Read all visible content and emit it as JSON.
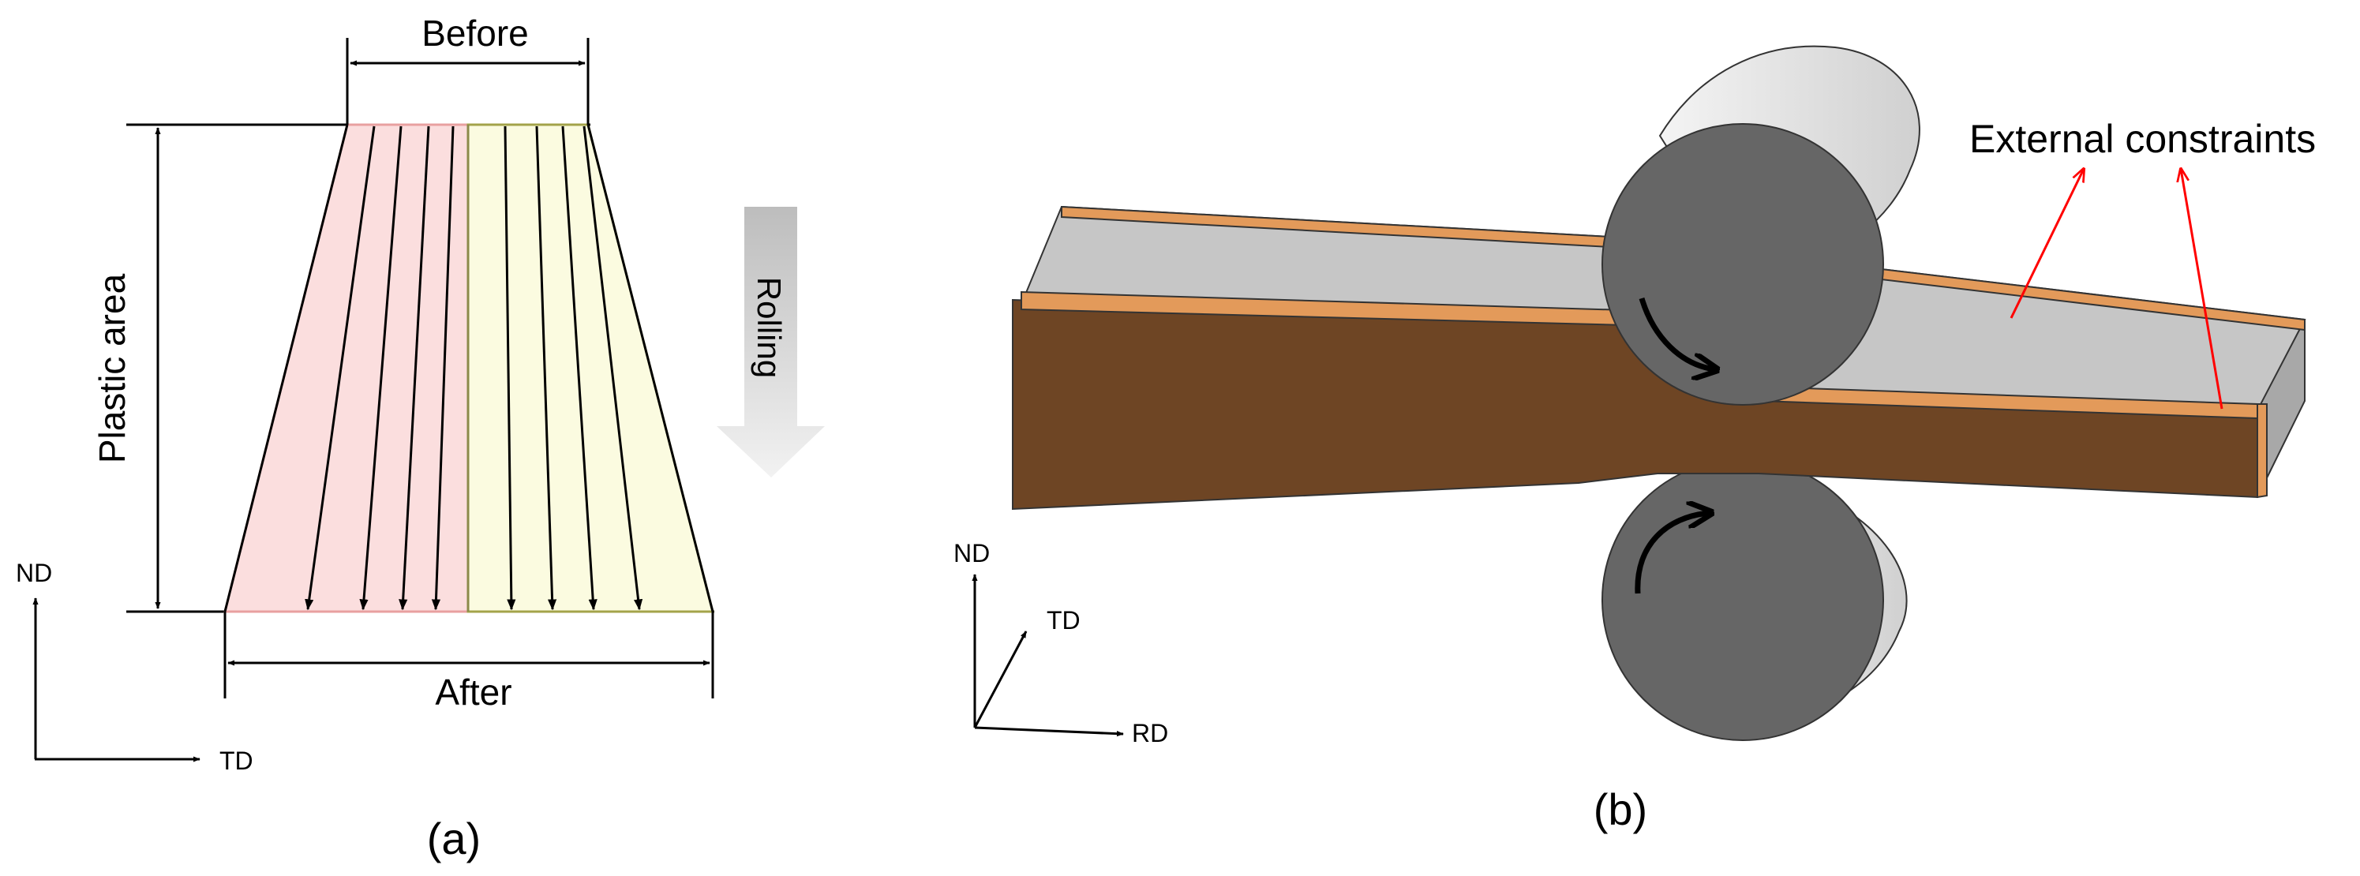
{
  "panel_a": {
    "label": "(a)",
    "before_label": "Before",
    "after_label": "After",
    "plastic_area_label": "Plastic area",
    "rolling_label": "Rolling",
    "axis_nd": "ND",
    "axis_td": "TD"
  },
  "panel_b": {
    "label": "(b)",
    "external_constraints_label": "External constraints",
    "axis_nd": "ND",
    "axis_td": "TD",
    "axis_rd": "RD"
  },
  "colors": {
    "left_region": "#fbdede",
    "right_region": "#fbfbe0",
    "slab_brown": "#6e4524",
    "slab_edge": "#e39a5a",
    "slab_top": "#c8c8c8",
    "roll_face": "#666666",
    "roll_side": "#c9c9c9",
    "constraint_arrow": "#ff0000",
    "rolling_arrow": "#c8c8c8"
  }
}
